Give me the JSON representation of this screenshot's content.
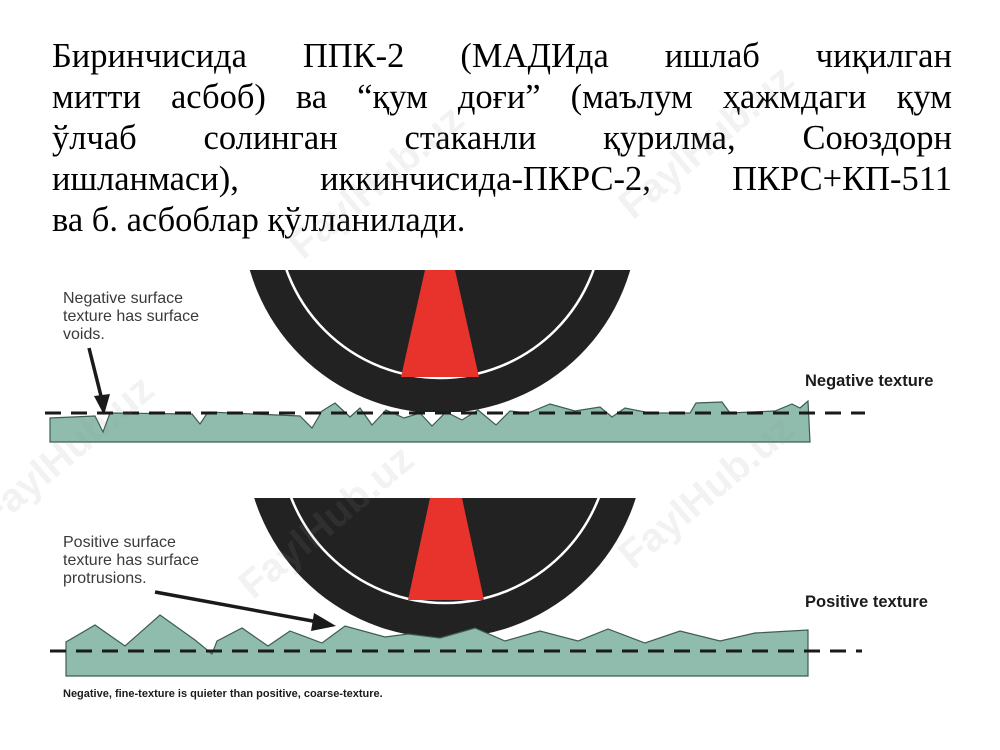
{
  "paragraph": {
    "line1": [
      "Биринчисида",
      "ППК-2",
      "(МАДИда",
      "ишлаб",
      "чиқилган"
    ],
    "line2": [
      "митти",
      "асбоб)",
      "ва",
      "“қум",
      "доғи”",
      "(маълум",
      "ҳажмдаги",
      "қум"
    ],
    "line3": [
      "ўлчаб",
      "солинган",
      "стаканли",
      "қурилма,",
      "Союздорн"
    ],
    "line4": [
      "ишланмаси),",
      "иккинчисида-ПКРС-2,",
      "ПКРС+КП-511"
    ],
    "line5": "ва б. асбоблар қўлланилади."
  },
  "figure": {
    "top_annotation": [
      "Negative surface",
      "texture has surface",
      "voids."
    ],
    "top_label": "Negative texture",
    "bottom_annotation": [
      "Positive surface",
      "texture has surface",
      "protrusions."
    ],
    "bottom_label": "Positive texture",
    "caption": "Negative, fine-texture is quieter than positive, coarse-texture.",
    "colors": {
      "tire": "#222222",
      "tread_marker": "#e8332c",
      "pavement": "#8fbcad",
      "pavement_edge": "#3c5c52",
      "reference_line": "#1a1a1a"
    }
  },
  "watermark": "FaylHub.uz"
}
